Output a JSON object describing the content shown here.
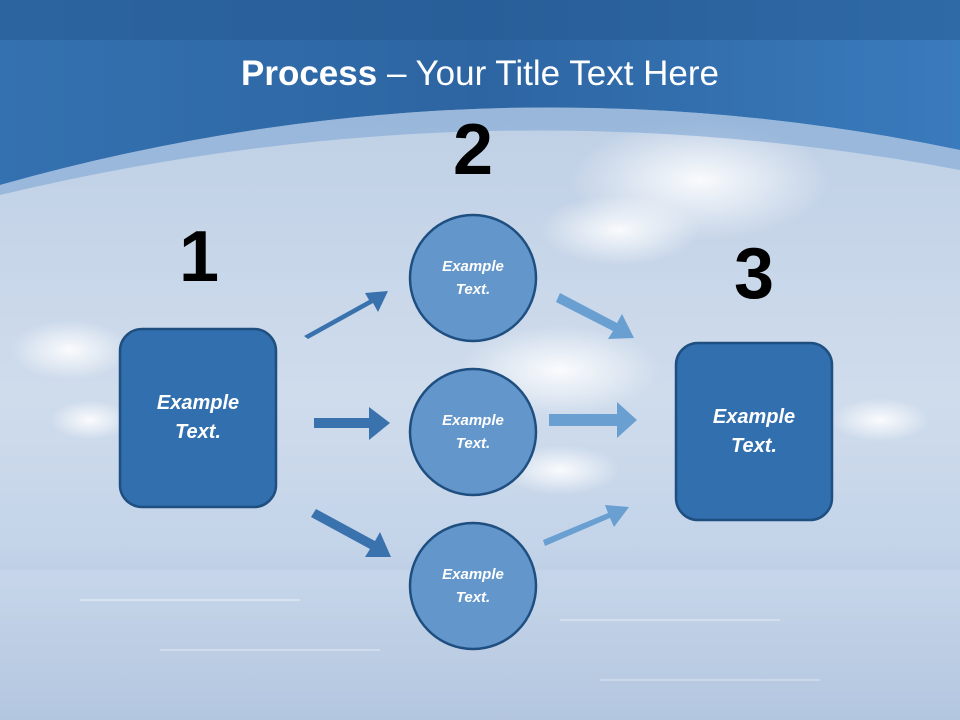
{
  "slide": {
    "title_bold": "Process",
    "title_rest": " – Your Title Text Here",
    "steps": {
      "step1": "1",
      "step2": "2",
      "step3": "3"
    },
    "nodes": {
      "left_box": {
        "line1": "Example",
        "line2": "Text."
      },
      "circle_top": {
        "line1": "Example",
        "line2": "Text."
      },
      "circle_middle": {
        "line1": "Example",
        "line2": "Text."
      },
      "circle_bottom": {
        "line1": "Example",
        "line2": "Text."
      },
      "right_box": {
        "line1": "Example",
        "line2": "Text."
      }
    },
    "colors": {
      "header_blue": "#2e6aa8",
      "box_fill": "#316fae",
      "box_border": "#1f4f80",
      "circle_fill": "#6396ca",
      "arrow_dark": "#3a72ad",
      "arrow_light": "#6a9fd2"
    }
  }
}
